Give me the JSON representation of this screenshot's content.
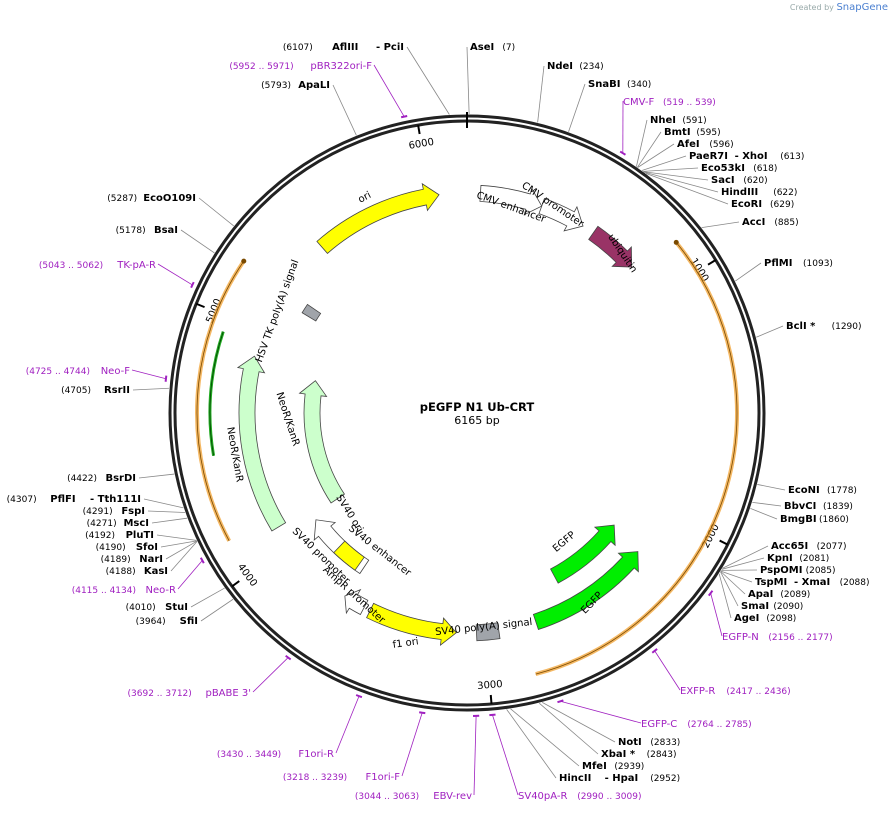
{
  "credit": {
    "prefix": "Created by",
    "brand": "SnapGene"
  },
  "plasmid": {
    "name": "pEGFP N1 Ub-CRT",
    "length_label": "6165 bp",
    "length": 6165
  },
  "ticks": [
    "1000",
    "2000",
    "3000",
    "4000",
    "5000",
    "6000"
  ],
  "features": [
    {
      "name": "ori",
      "color": "#ffff00",
      "start": 5460,
      "end": 6040,
      "strand": 1,
      "ring": "inner1",
      "label": "ori"
    },
    {
      "name": "cmv-enhancer",
      "color": "#ffffff",
      "start": 60,
      "end": 340,
      "strand": 1,
      "ring": "inner1",
      "label": "CMV enhancer"
    },
    {
      "name": "cmv-promoter",
      "color": "#ffffff",
      "start": 340,
      "end": 545,
      "strand": 1,
      "ring": "inner1",
      "label": "CMV promoter"
    },
    {
      "name": "ubiquitin",
      "color": "#993366",
      "start": 600,
      "end": 830,
      "strand": 1,
      "ring": "inner1",
      "label": "ubiquitin"
    },
    {
      "name": "egfp-1",
      "color": "#00ee00",
      "start": 2180,
      "end": 2600,
      "strand": -1,
      "ring": "inner1",
      "label": "EGFP"
    },
    {
      "name": "egfp-2",
      "color": "#00ee00",
      "start": 2210,
      "end": 2770,
      "strand": -1,
      "ring": "inner0",
      "label": "EGFP"
    },
    {
      "name": "sv40-polya",
      "color": "#a0a4aa",
      "start": 2940,
      "end": 3040,
      "strand": 0,
      "ring": "inner0",
      "label": "SV40 poly(A) signal"
    },
    {
      "name": "f1-ori",
      "color": "#ffff00",
      "start": 3130,
      "end": 3530,
      "strand": -1,
      "ring": "inner0",
      "label": "f1 ori"
    },
    {
      "name": "ampr-promoter",
      "color": "#ffffff",
      "start": 3560,
      "end": 3660,
      "strand": 1,
      "ring": "inner0",
      "label": "AmpR promoter"
    },
    {
      "name": "sv40-promoter",
      "color": "#ffffff",
      "start": 3660,
      "end": 4020,
      "strand": 1,
      "ring": "inner0",
      "label": "SV40 promoter"
    },
    {
      "name": "sv40-ori",
      "color": "#ffff00",
      "start": 3690,
      "end": 3830,
      "strand": 0,
      "ring": "inner2",
      "label": "SV40 ori"
    },
    {
      "name": "neor-kanr-outer",
      "color": "#ccffcc",
      "start": 4090,
      "end": 4880,
      "strand": 1,
      "ring": "inner0",
      "label": "NeoR/KanR"
    },
    {
      "name": "neor-kanr-inner",
      "color": "#ccffcc",
      "start": 4050,
      "end": 4830,
      "strand": 1,
      "ring": "inner2",
      "label": "NeoR/KanR"
    },
    {
      "name": "hsv-tk-polya",
      "color": "#a0a4aa",
      "start": 5160,
      "end": 5210,
      "strand": 0,
      "ring": "inner0",
      "label": "HSV TK poly(A) signal"
    }
  ],
  "orf_arcs": [
    {
      "start": 870,
      "end": 2830,
      "strand": -1
    },
    {
      "start": 4140,
      "end": 5210,
      "strand": 1
    }
  ],
  "green_line": {
    "start": 4460,
    "end": 4940,
    "strand": -1
  },
  "sv40_enhancer_label": "SV40 enhancer",
  "sites": [
    {
      "name": "AseI",
      "pos": 7,
      "label": "AseI",
      "num": "(7)",
      "side": "R"
    },
    {
      "name": "NdeI",
      "pos": 234,
      "label": "NdeI",
      "num": "(234)",
      "side": "R"
    },
    {
      "name": "SnaBI",
      "pos": 340,
      "label": "SnaBI",
      "num": "(340)",
      "side": "R"
    },
    {
      "name": "NheI",
      "pos": 591,
      "label": "NheI",
      "num": "(591)",
      "side": "R"
    },
    {
      "name": "BmtI",
      "pos": 595,
      "label": "BmtI",
      "num": "(595)",
      "side": "R"
    },
    {
      "name": "AfeI",
      "pos": 596,
      "label": "AfeI",
      "num": "(596)",
      "side": "R"
    },
    {
      "name": "PaeR7I",
      "pos": 613,
      "label": "PaeR7I",
      "label2": "- XhoI",
      "num": "(613)",
      "side": "R"
    },
    {
      "name": "Eco53kI",
      "pos": 618,
      "label": "Eco53kI",
      "num": "(618)",
      "side": "R"
    },
    {
      "name": "SacI",
      "pos": 620,
      "label": "SacI",
      "num": "(620)",
      "side": "R"
    },
    {
      "name": "HindIII",
      "pos": 622,
      "label": "HindIII",
      "num": "(622)",
      "side": "R"
    },
    {
      "name": "EcoRI",
      "pos": 629,
      "label": "EcoRI",
      "num": "(629)",
      "side": "R"
    },
    {
      "name": "AccI",
      "pos": 885,
      "label": "AccI",
      "num": "(885)",
      "side": "R"
    },
    {
      "name": "PflMI",
      "pos": 1093,
      "label": "PflMI",
      "num": "(1093)",
      "side": "R"
    },
    {
      "name": "BclI",
      "pos": 1290,
      "label": "BclI *",
      "num": "(1290)",
      "side": "R"
    },
    {
      "name": "EcoNI",
      "pos": 1778,
      "label": "EcoNI",
      "num": "(1778)",
      "side": "R"
    },
    {
      "name": "BbvCI",
      "pos": 1839,
      "label": "BbvCI",
      "num": "(1839)",
      "side": "R"
    },
    {
      "name": "BmgBI",
      "pos": 1860,
      "label": "BmgBI",
      "num": "(1860)",
      "side": "R"
    },
    {
      "name": "Acc65I",
      "pos": 2077,
      "label": "Acc65I",
      "num": "(2077)",
      "side": "R"
    },
    {
      "name": "KpnI",
      "pos": 2081,
      "label": "KpnI",
      "num": "(2081)",
      "side": "R"
    },
    {
      "name": "PspOMI",
      "pos": 2085,
      "label": "PspOMI",
      "num": "(2085)",
      "side": "R"
    },
    {
      "name": "TspMI",
      "pos": 2088,
      "label": "TspMI",
      "label2": "- XmaI",
      "num": "(2088)",
      "side": "R"
    },
    {
      "name": "ApaI",
      "pos": 2089,
      "label": "ApaI",
      "num": "(2089)",
      "side": "R"
    },
    {
      "name": "SmaI",
      "pos": 2090,
      "label": "SmaI",
      "num": "(2090)",
      "side": "R"
    },
    {
      "name": "AgeI",
      "pos": 2098,
      "label": "AgeI",
      "num": "(2098)",
      "side": "R"
    },
    {
      "name": "NotI",
      "pos": 2833,
      "label": "NotI",
      "num": "(2833)",
      "side": "R"
    },
    {
      "name": "XbaI",
      "pos": 2843,
      "label": "XbaI *",
      "num": "(2843)",
      "side": "R"
    },
    {
      "name": "MfeI",
      "pos": 2939,
      "label": "MfeI",
      "num": "(2939)",
      "side": "R"
    },
    {
      "name": "HincII",
      "pos": 2952,
      "label": "HincII",
      "label2": "- HpaI",
      "num": "(2952)",
      "side": "R"
    },
    {
      "name": "SfiI",
      "pos": 3964,
      "label": "SfiI",
      "num": "(3964)",
      "side": "L"
    },
    {
      "name": "StuI",
      "pos": 4010,
      "label": "StuI",
      "num": "(4010)",
      "side": "L"
    },
    {
      "name": "KasI",
      "pos": 4188,
      "label": "KasI",
      "num": "(4188)",
      "side": "L"
    },
    {
      "name": "NarI",
      "pos": 4189,
      "label": "NarI",
      "num": "(4189)",
      "side": "L"
    },
    {
      "name": "SfoI",
      "pos": 4190,
      "label": "SfoI",
      "num": "(4190)",
      "side": "L"
    },
    {
      "name": "PluTI",
      "pos": 4192,
      "label": "PluTI",
      "num": "(4192)",
      "side": "L"
    },
    {
      "name": "MscI",
      "pos": 4271,
      "label": "MscI",
      "num": "(4271)",
      "side": "L"
    },
    {
      "name": "FspI",
      "pos": 4291,
      "label": "FspI",
      "num": "(4291)",
      "side": "L"
    },
    {
      "name": "PflFI",
      "pos": 4307,
      "label": "PflFI",
      "label2": "- Tth111I",
      "num": "(4307)",
      "side": "L"
    },
    {
      "name": "BsrDI",
      "pos": 4422,
      "label": "BsrDI",
      "num": "(4422)",
      "side": "L"
    },
    {
      "name": "RsrII",
      "pos": 4705,
      "label": "RsrII",
      "num": "(4705)",
      "side": "L"
    },
    {
      "name": "BsaI",
      "pos": 5178,
      "label": "BsaI",
      "num": "(5178)",
      "side": "L"
    },
    {
      "name": "EcoO109I",
      "pos": 5287,
      "label": "EcoO109I",
      "num": "(5287)",
      "side": "L"
    },
    {
      "name": "ApaLI",
      "pos": 5793,
      "label": "ApaLI",
      "num": "(5793)",
      "side": "L"
    },
    {
      "name": "AflIII",
      "pos": 6107,
      "label": "AflIII",
      "label2": "- PciI",
      "num": "(6107)",
      "side": "L"
    }
  ],
  "primers": [
    {
      "name": "pBR322ori-F",
      "pos": 5960,
      "label": "pBR322ori-F",
      "num": "(5952 .. 5971)",
      "side": "L"
    },
    {
      "name": "CMV-F",
      "pos": 530,
      "label": "CMV-F",
      "num": "(519 .. 539)",
      "side": "R"
    },
    {
      "name": "EGFP-N",
      "pos": 2166,
      "label": "EGFP-N",
      "num": "(2156 .. 2177)",
      "side": "R"
    },
    {
      "name": "EXFP-R",
      "pos": 2427,
      "label": "EXFP-R",
      "num": "(2417 .. 2436)",
      "side": "R"
    },
    {
      "name": "EGFP-C",
      "pos": 2775,
      "label": "EGFP-C",
      "num": "(2764 .. 2785)",
      "side": "R"
    },
    {
      "name": "SV40pA-R",
      "pos": 3000,
      "label": "SV40pA-R",
      "num": "(2990 .. 3009)",
      "side": "R"
    },
    {
      "name": "EBV-rev",
      "pos": 3053,
      "label": "EBV-rev",
      "num": "(3044 .. 3063)",
      "side": "L"
    },
    {
      "name": "F1ori-F",
      "pos": 3228,
      "label": "F1ori-F",
      "num": "(3218 .. 3239)",
      "side": "L"
    },
    {
      "name": "F1ori-R",
      "pos": 3440,
      "label": "F1ori-R",
      "num": "(3430 .. 3449)",
      "side": "L"
    },
    {
      "name": "pBABE-3",
      "pos": 3702,
      "label": "pBABE 3'",
      "num": "(3692 .. 3712)",
      "side": "L"
    },
    {
      "name": "Neo-R",
      "pos": 4125,
      "label": "Neo-R",
      "num": "(4115 .. 4134)",
      "side": "L"
    },
    {
      "name": "Neo-F",
      "pos": 4735,
      "label": "Neo-F",
      "num": "(4725 .. 4744)",
      "side": "L"
    },
    {
      "name": "TK-pA-R",
      "pos": 5052,
      "label": "TK-pA-R",
      "num": "(5043 .. 5062)",
      "side": "L"
    }
  ],
  "colors": {
    "primer": "#a020c0",
    "backbone": "#222222",
    "orf": "#f0a030",
    "text": "#000000"
  }
}
